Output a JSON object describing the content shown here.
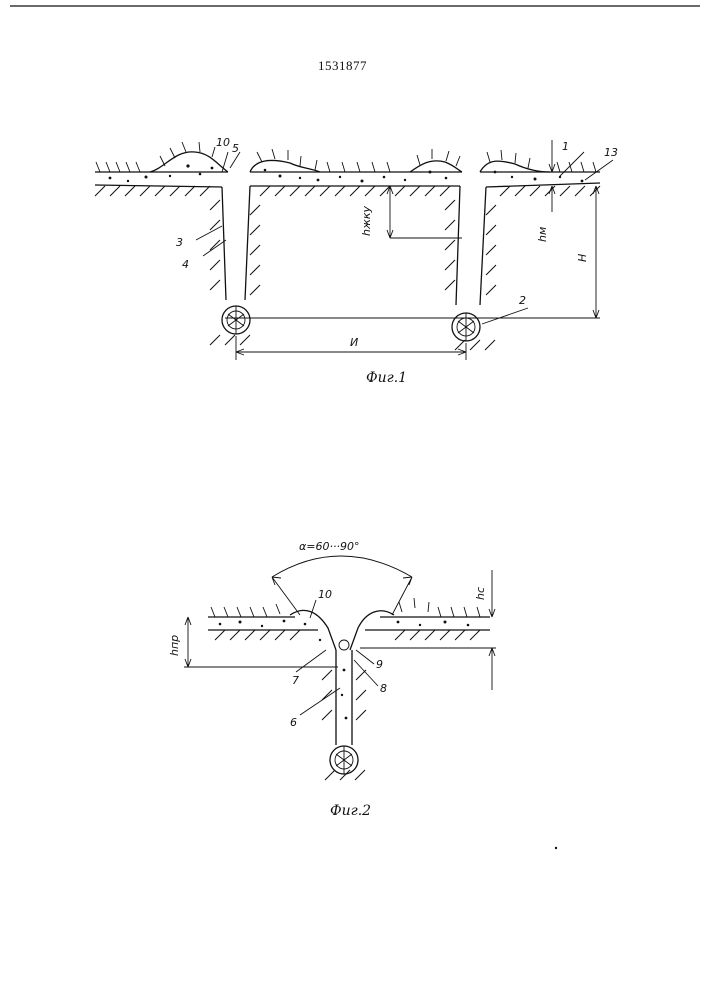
{
  "header": {
    "patent_number": "1531877"
  },
  "figure1": {
    "caption": "Фиг.1",
    "labels": {
      "l1": "1",
      "l2": "2",
      "l3": "3",
      "l4": "4",
      "l5": "5",
      "l10": "10",
      "l13": "13",
      "h_zhku": "hжку",
      "h_m": "hм",
      "H": "H",
      "I": "И"
    }
  },
  "figure2": {
    "caption": "Фиг.2",
    "labels": {
      "angle": "α=60···90°",
      "h_c": "hс",
      "h_pr": "hпр",
      "l6": "6",
      "l7": "7",
      "l8": "8",
      "l9": "9",
      "l10": "10"
    }
  }
}
